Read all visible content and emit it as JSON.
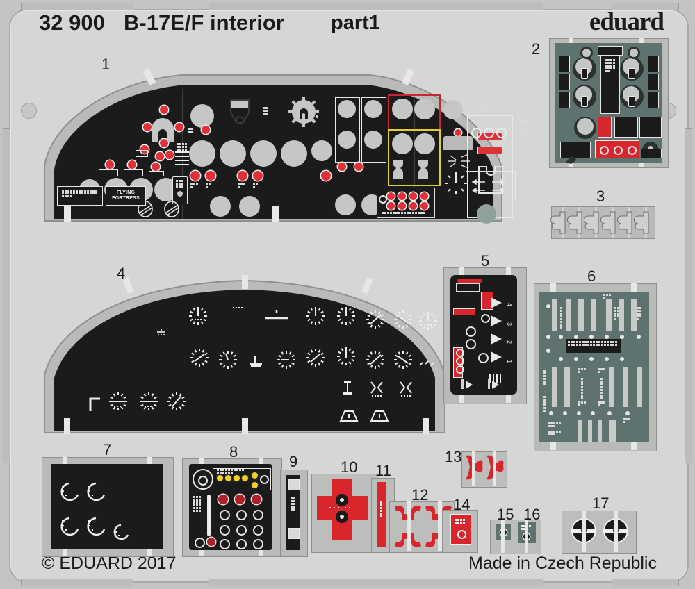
{
  "sheet": {
    "catalog_number": "32 900",
    "title": "B-17E/F interior",
    "part_label": "part1",
    "brand": "eduard",
    "copyright": "© EDUARD 2017",
    "origin": "Made in Czech Republic",
    "background_color": "#d5d7d5",
    "fret_color": "#b9bbb9",
    "black_panel_color": "#1b1b1b",
    "teal_panel_color": "#5e7370",
    "red_color": "#d8262c",
    "yellow_color": "#e3cf2b",
    "highlight_red": "#c8282d",
    "highlight_yellow": "#e3cf2b"
  },
  "placards": {
    "data_plate": "",
    "flying_fortress_line1": "FLYING",
    "flying_fortress_line2": "FORTRESS"
  },
  "part5_labels": [
    "4",
    "3",
    "2",
    "1"
  ],
  "parts": [
    {
      "number": "1",
      "name": "main-instrument-panel",
      "finish": "black",
      "desc": "Pilot / co-pilot main instrument panel with dials, switches and red warning lights"
    },
    {
      "number": "2",
      "name": "radio-operator-panel",
      "finish": "teal",
      "desc": "Radio equipment panel with four dials and red placards"
    },
    {
      "number": "3",
      "name": "bracket-strip",
      "finish": "grey",
      "desc": "Strip of six small brackets"
    },
    {
      "number": "4",
      "name": "instrument-face-panel",
      "finish": "black",
      "desc": "Instrument dial faces decal panel"
    },
    {
      "number": "5",
      "name": "electrical-panel",
      "finish": "black",
      "desc": "Electrical distribution panel with red fuse blocks"
    },
    {
      "number": "6",
      "name": "bulkhead-panel",
      "finish": "teal",
      "desc": "Large bulkhead / equipment rack panel"
    },
    {
      "number": "7",
      "name": "gauge-face-panel",
      "finish": "black",
      "desc": "Five gauge faces panel"
    },
    {
      "number": "8",
      "name": "engine-control-panel",
      "finish": "black",
      "desc": "Engine control panel with yellow and red switch caps"
    },
    {
      "number": "9",
      "name": "side-strip",
      "finish": "black",
      "desc": "Narrow side strip with two connectors"
    },
    {
      "number": "10",
      "name": "red-cross-fitting",
      "finish": "red",
      "desc": "Red cross-shaped fitting with two knobs"
    },
    {
      "number": "11",
      "name": "red-bar",
      "finish": "red",
      "desc": "Narrow red vertical bar"
    },
    {
      "number": "12",
      "name": "red-yokes",
      "finish": "red",
      "desc": "Pair of red control yokes"
    },
    {
      "number": "13",
      "name": "red-wingnuts",
      "finish": "red",
      "desc": "Pair of red butterfly / wing nuts"
    },
    {
      "number": "14",
      "name": "small-red-plate",
      "finish": "red",
      "desc": "Small red plate with holes"
    },
    {
      "number": "15",
      "name": "small-teal-fitting",
      "finish": "teal",
      "desc": "Small teal fitting with knob"
    },
    {
      "number": "16",
      "name": "small-teal-plate",
      "finish": "teal",
      "desc": "Small teal plate with holes"
    },
    {
      "number": "17",
      "name": "two-rosette-discs",
      "finish": "black",
      "desc": "Two black discs with white cross rosettes"
    }
  ]
}
